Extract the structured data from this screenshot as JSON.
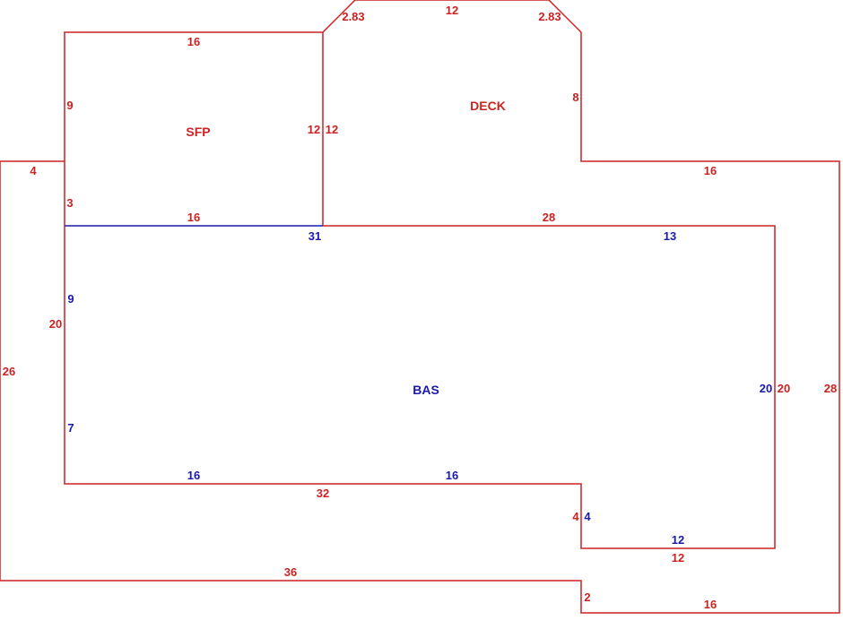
{
  "colors": {
    "outline": "#cc2222",
    "interior": "#1a1aaa"
  },
  "areas": {
    "sfp": "SFP",
    "deck": "DECK",
    "bas": "BAS"
  },
  "dims": {
    "sfp_top": "16",
    "sfp_left": "9",
    "sfp_right": "12",
    "sfp_left_lower": "3",
    "sfp_bottom": "16",
    "deck_left": "12",
    "deck_chamfer_left": "2.83",
    "deck_top": "12",
    "deck_chamfer_right": "2.83",
    "deck_right": "8",
    "outer_left_step": "4",
    "outer_left": "26",
    "outer_left_inner": "20",
    "outer_top_right": "16",
    "outer_right": "28",
    "outer_bottom_left": "36",
    "outer_step": "2",
    "outer_bottom_right": "16",
    "bas_top_mid": "28",
    "bas_right_outer": "20",
    "bas_notch_left": "4",
    "bas_notch_bottom": "12",
    "bas_bottom": "32",
    "blue_top_left": "31",
    "blue_top_right": "13",
    "blue_left_upper": "9",
    "blue_left_lower": "7",
    "blue_bottom_left": "16",
    "blue_bottom_right": "16",
    "blue_right": "20",
    "blue_notch": "4",
    "blue_notch_bottom": "12"
  }
}
